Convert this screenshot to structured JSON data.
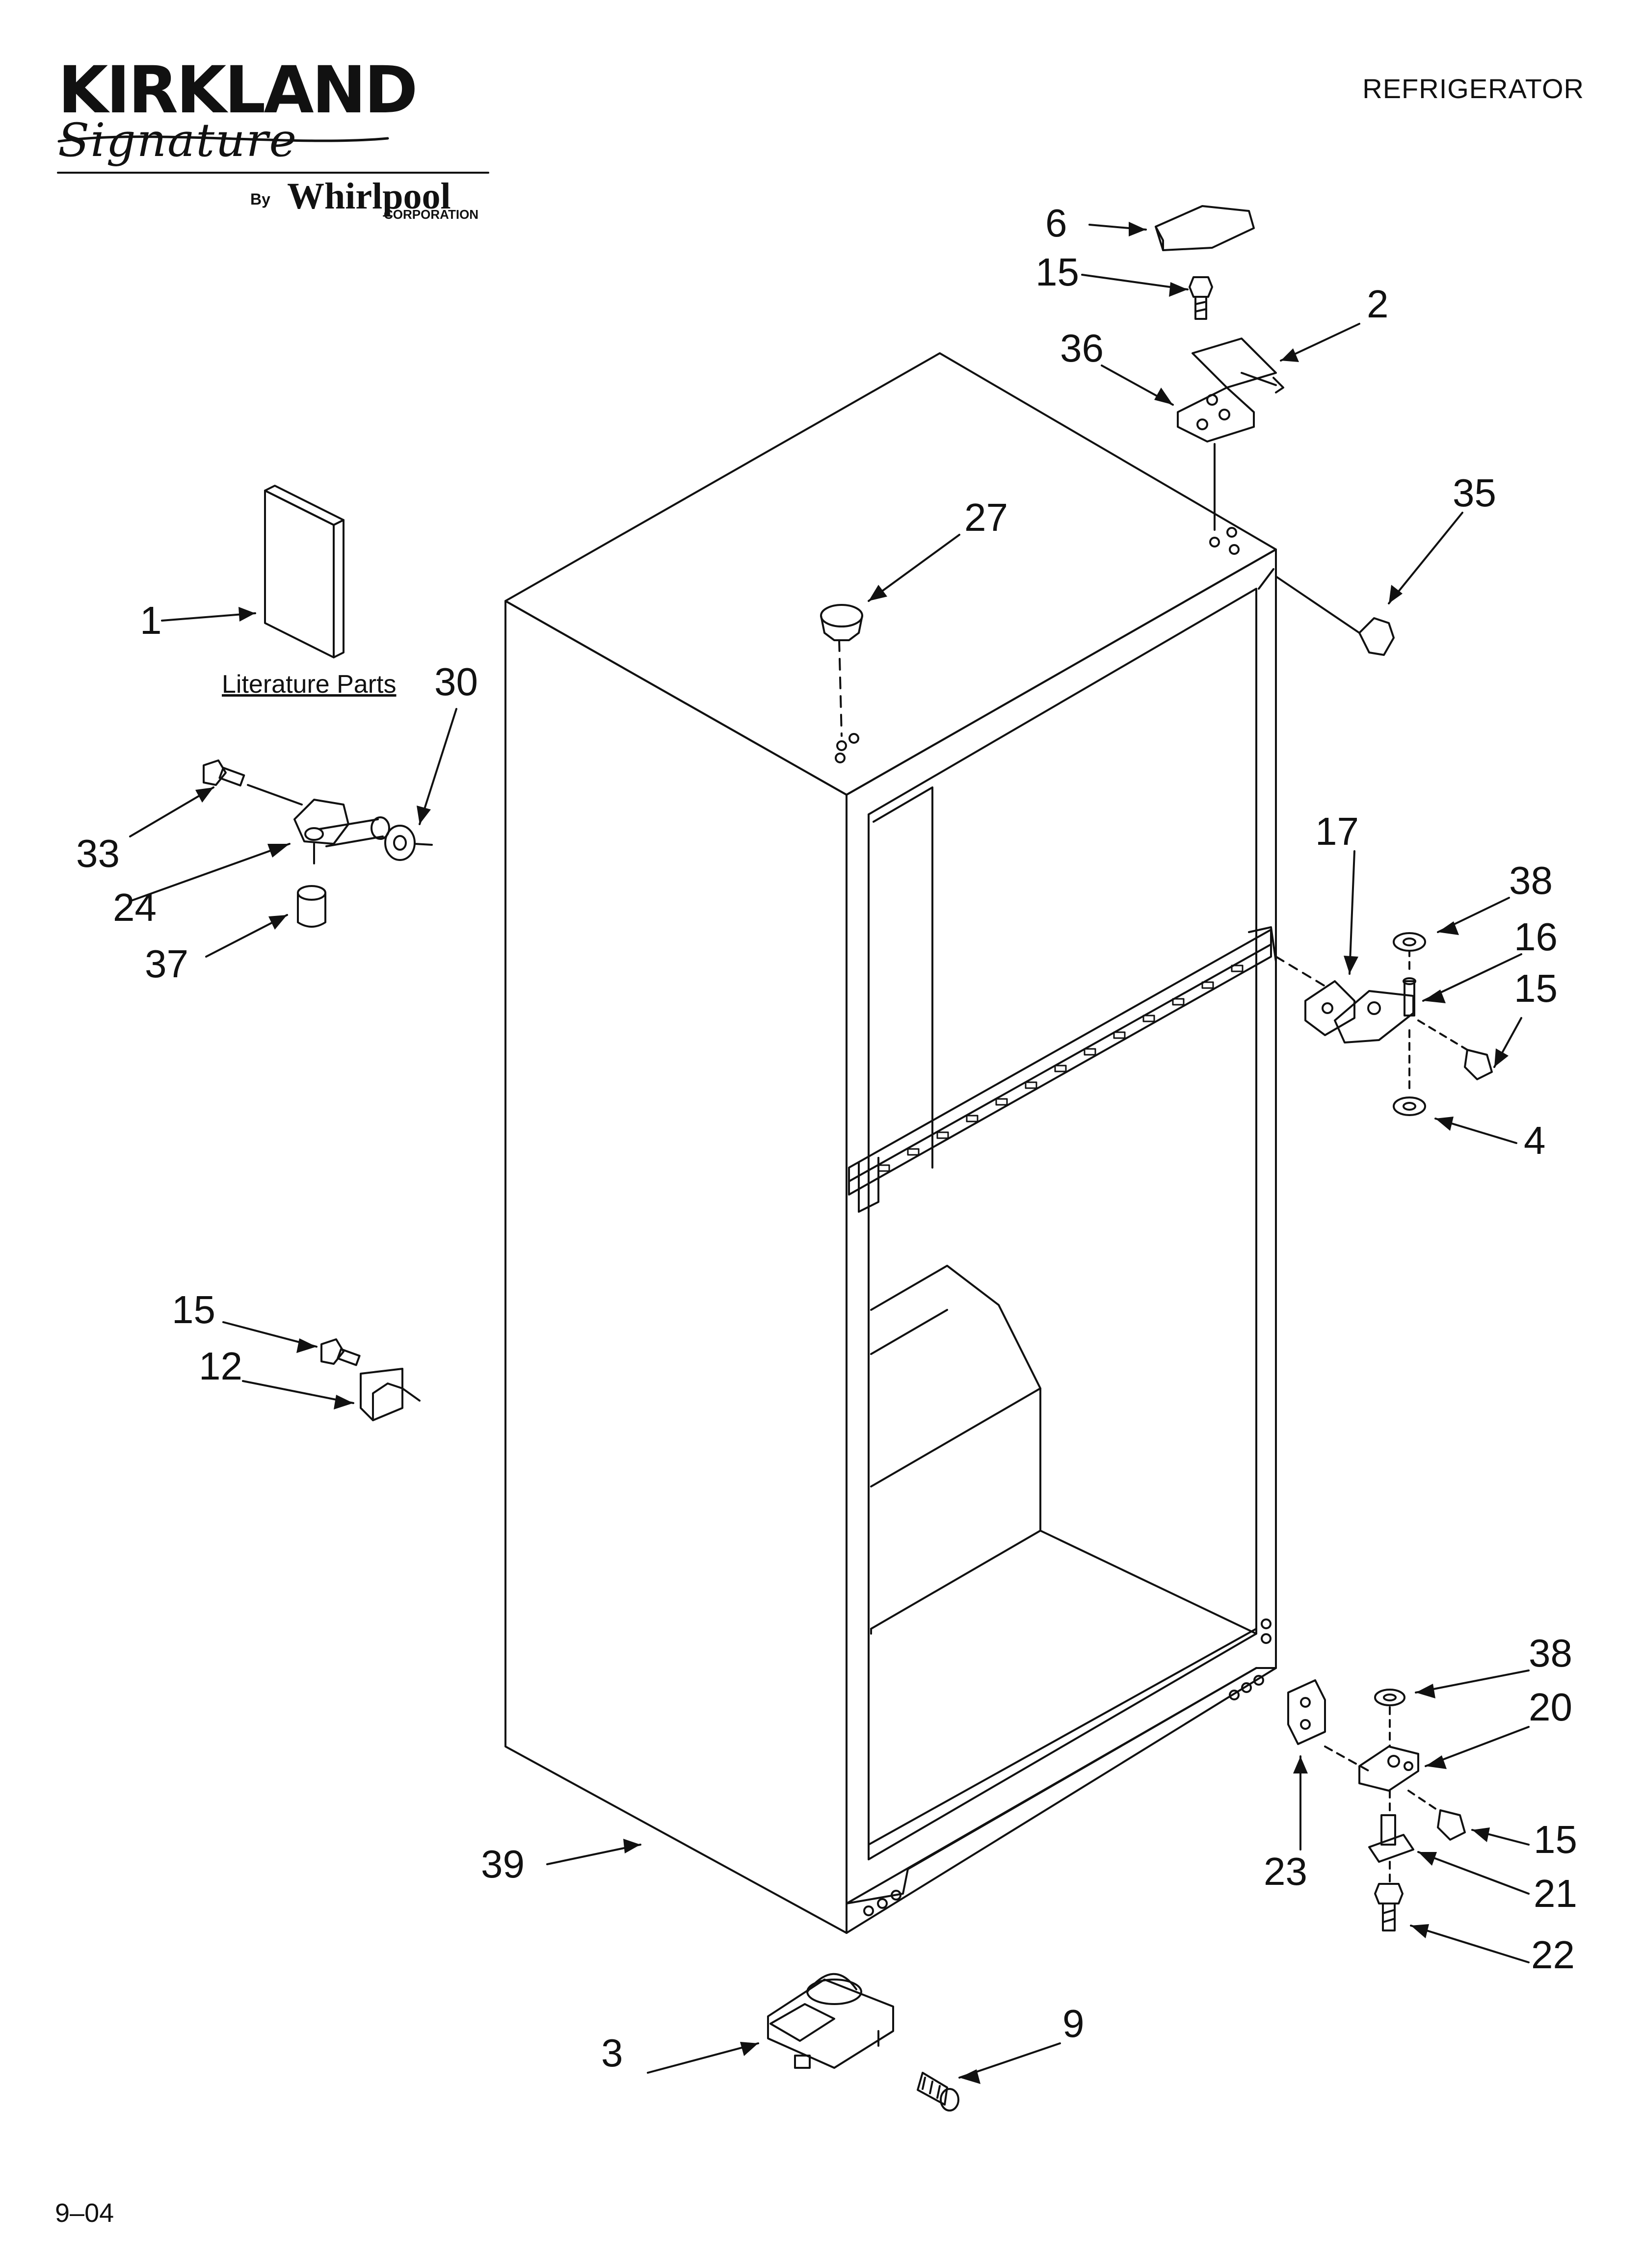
{
  "header": {
    "brand_main": "KIRKLAND",
    "brand_script": "Signature",
    "brand_by": "By",
    "brand_maker": "Whirlpool",
    "brand_maker_suffix": "CORPORATION",
    "section_title": "REFRIGERATOR"
  },
  "footer": {
    "date_code": "9–04"
  },
  "literature": {
    "caption": "Literature Parts"
  },
  "callouts": [
    "6",
    "15",
    "2",
    "36",
    "35",
    "27",
    "1",
    "30",
    "33",
    "24",
    "37",
    "17",
    "38",
    "16",
    "15",
    "4",
    "15",
    "12",
    "38",
    "20",
    "15",
    "21",
    "22",
    "23",
    "39",
    "3",
    "9"
  ],
  "colors": {
    "ink": "#111111",
    "paper": "#ffffff"
  }
}
